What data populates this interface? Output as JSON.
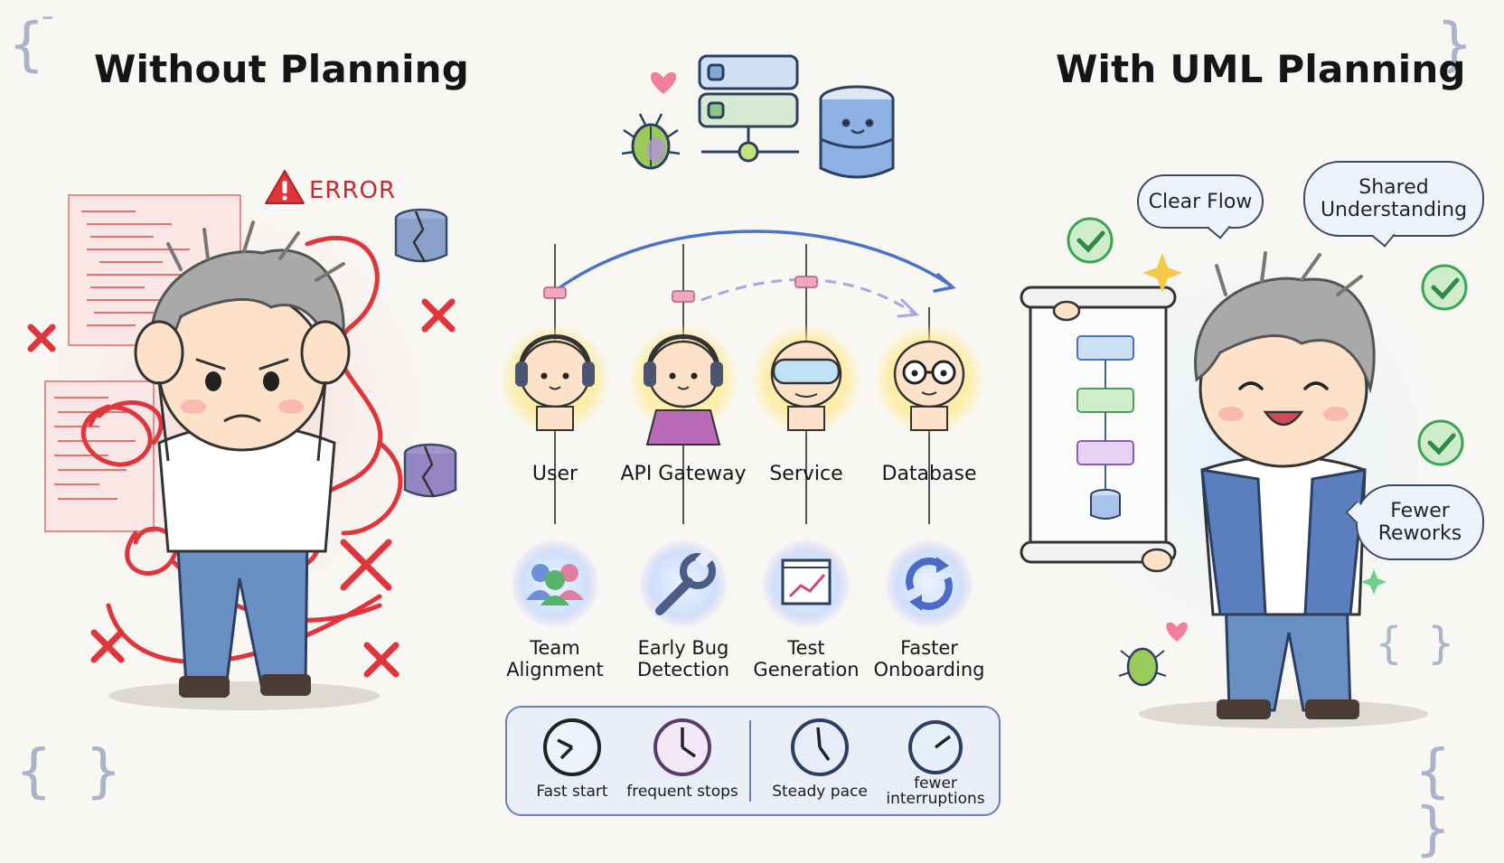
{
  "left": {
    "title": "Without Planning",
    "error_label": "ERROR"
  },
  "right": {
    "title": "With UML Planning",
    "bubbles": [
      "Clear Flow",
      "Shared Understanding",
      "Fewer Reworks"
    ]
  },
  "actors": [
    "User",
    "API Gateway",
    "Service",
    "Database"
  ],
  "benefits": [
    {
      "line1": "Team",
      "line2": "Alignment"
    },
    {
      "line1": "Early Bug",
      "line2": "Detection"
    },
    {
      "line1": "Test",
      "line2": "Generation"
    },
    {
      "line1": "Faster",
      "line2": "Onboarding"
    }
  ],
  "timeline": {
    "items": [
      {
        "line1": "Fast start",
        "line2": ""
      },
      {
        "line1": "frequent stops",
        "line2": ""
      },
      {
        "line1": "Steady pace",
        "line2": ""
      },
      {
        "line1": "fewer",
        "line2": "interruptions"
      }
    ]
  },
  "colors": {
    "error_red": "#e0353b",
    "check_green": "#3aa651",
    "arrow_blue": "#4a72c8",
    "glow_yellow": "#ffe98a",
    "box_border": "#6c7fb4"
  },
  "icons": {
    "left": [
      "error-warning-icon",
      "broken-database-icon",
      "tangled-cable-icon",
      "x-mark-icon"
    ],
    "center": [
      "server-icon",
      "database-icon",
      "bug-icon",
      "heart-icon"
    ],
    "benefits": [
      "team-icon",
      "wrench-icon",
      "chart-icon",
      "refresh-icon"
    ],
    "timeline": [
      "clock-icon"
    ],
    "right": [
      "check-icon",
      "sparkle-icon",
      "uml-scroll-icon"
    ]
  }
}
